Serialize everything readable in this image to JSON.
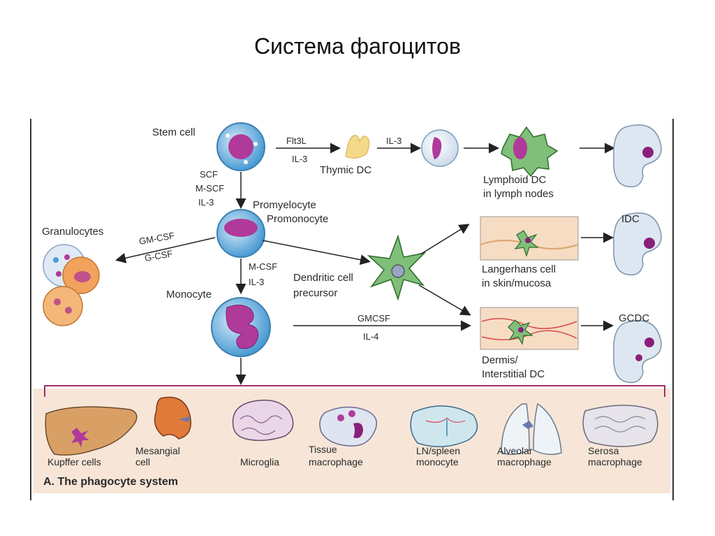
{
  "title": "Система фагоцитов",
  "labels": {
    "stem_cell": "Stem cell",
    "flt3l": "Flt3L",
    "il3_a": "IL-3",
    "thymic_dc": "Thymic DC",
    "il3_b": "IL-3",
    "lymphoid_dc_1": "Lymphoid DC",
    "lymphoid_dc_2": "in lymph nodes",
    "scf": "SCF",
    "mscf": "M-SCF",
    "il3_c": "IL-3",
    "promyelocyte": "Promyelocyte",
    "promonocyte": "Promonocyte",
    "granulocytes": "Granulocytes",
    "gmcsf_a": "GM-CSF",
    "gcsf": "G-CSF",
    "mcsf": "M-CSF",
    "il3_d": "IL-3",
    "dendritic_1": "Dendritic cell",
    "dendritic_2": "precursor",
    "monocyte": "Monocyte",
    "gmcsf_b": "GMCSF",
    "il4": "IL-4",
    "idc": "IDC",
    "langerhans_1": "Langerhans cell",
    "langerhans_2": "in skin/mucosa",
    "gcdc": "GCDC",
    "dermis_1": "Dermis/",
    "dermis_2": "Interstitial DC"
  },
  "tissues": {
    "kupffer": "Kupffer cells",
    "mesangial_1": "Mesangial",
    "mesangial_2": "cell",
    "microglia": "Microglia",
    "tissue_1": "Tissue",
    "tissue_2": "macrophage",
    "ln_1": "LN/spleen",
    "ln_2": "monocyte",
    "alveolar_1": "Alveolar",
    "alveolar_2": "macrophage",
    "serosa_1": "Serosa",
    "serosa_2": "macrophage"
  },
  "footer": "A. The phagocyte system",
  "colors": {
    "nucleus": "#b03a9a",
    "cell_blue": "#4a9bd4",
    "dc_green": "#7fbf7a",
    "tissue_bg": "#f7e6d8",
    "bracket": "#a0306a"
  }
}
